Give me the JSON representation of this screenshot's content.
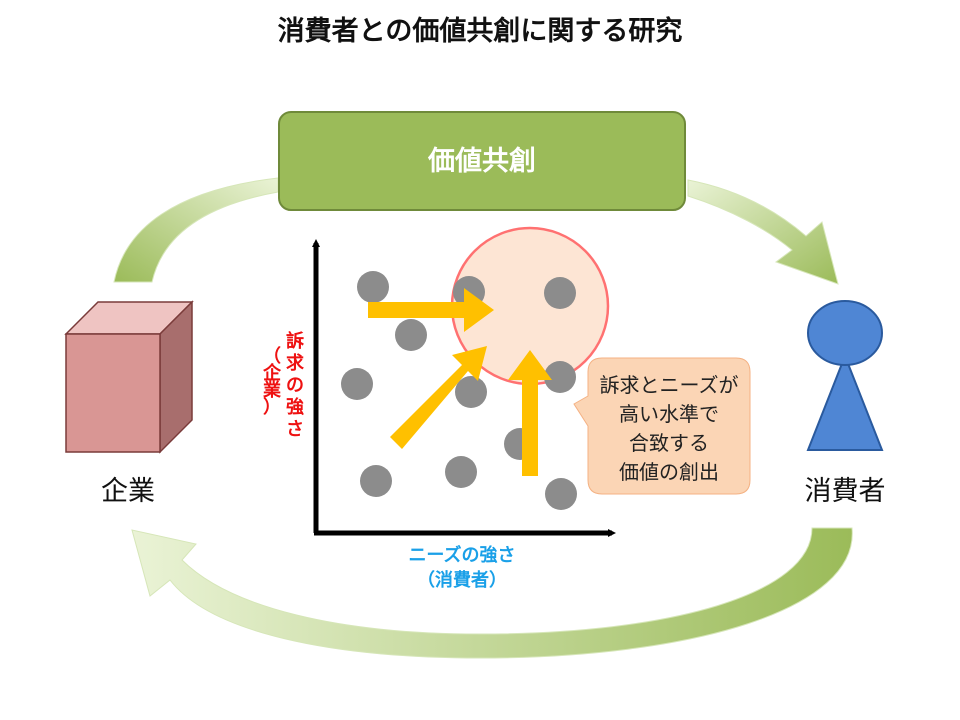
{
  "title": "消費者との価値共創に関する研究",
  "cocreation_box": {
    "label": "価値共創"
  },
  "company": {
    "label": "企業",
    "icon": "cube-icon"
  },
  "consumer": {
    "label": "消費者",
    "icon": "person-icon"
  },
  "y_axis": {
    "label_line1": "訴求の強さ",
    "label_line2": "（企業）",
    "color": "#ee1111"
  },
  "x_axis": {
    "label_line1": "ニーズの強さ",
    "label_line2": "（消費者）",
    "color": "#1aa0e8"
  },
  "callout": {
    "lines": [
      "訴求とニーズが",
      "高い水準で",
      "合致する",
      "価値の創出"
    ]
  },
  "colors": {
    "green_box": "#9bbb59",
    "dots": "#8c8c8c",
    "arrows": "#ffc000",
    "highlight_circle": "#ff7171",
    "cube_front": "#d99694",
    "consumer": "#4f86d4",
    "callout_fill": "#fbd5b5"
  }
}
